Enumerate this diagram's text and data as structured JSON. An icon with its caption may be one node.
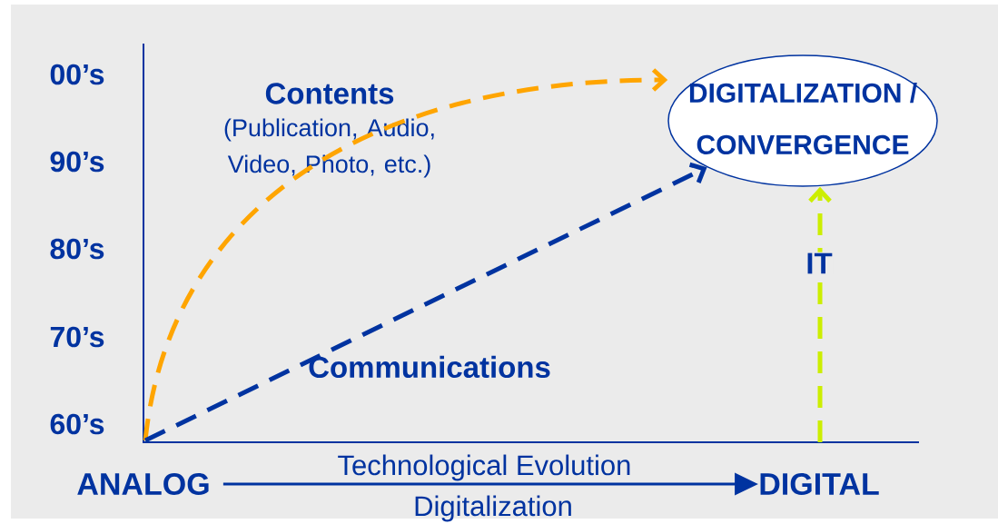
{
  "diagram": {
    "nodes": [
      {
        "text": [
          "DIGITALIZATION / CONVERGENCE"
        ]
      },
      {
        "text": [
          "ANALOG"
        ]
      },
      {
        "text": [
          "DIGITAL"
        ]
      }
    ],
    "edges": [
      {
        "from": null,
        "to": 0,
        "arrow": "to",
        "style": "dashed",
        "color": "#ffa500"
      },
      {
        "from": null,
        "to": 0,
        "arrow": "to",
        "style": "dashed"
      },
      {
        "from": null,
        "to": 0,
        "arrow": "to",
        "style": "dashed",
        "color": "#ccee00",
        "label": "IT"
      },
      {
        "from": 1,
        "to": 2,
        "arrow": "to",
        "label": "Technological Evolution"
      }
    ],
    "labels": [
      "00’s",
      "90’s",
      "80’s",
      "70’s",
      "60’s",
      "Contents",
      "(Publication, Audio, Video, Photo, etc.)",
      "Communications",
      "Digitalization"
    ]
  }
}
